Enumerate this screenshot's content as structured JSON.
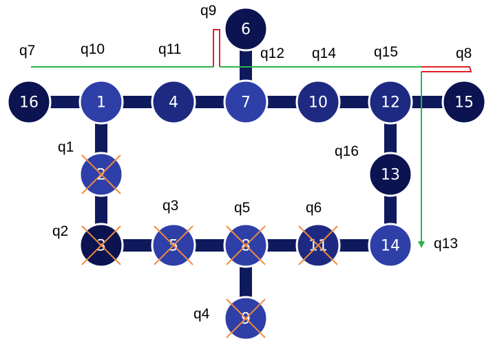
{
  "colors": {
    "edge": "#0f1a5c",
    "node_dark": "#0b1350",
    "node_mid": "#1e2a82",
    "node_light": "#2f3fa8",
    "removed_mark": "#f08a3c",
    "path_green": "#2bb24c",
    "swap_red": "#e0202a"
  },
  "nodes": [
    {
      "id": "16",
      "shade": "dark",
      "removed": false
    },
    {
      "id": "1",
      "shade": "light",
      "removed": false
    },
    {
      "id": "4",
      "shade": "mid",
      "removed": false
    },
    {
      "id": "7",
      "shade": "light",
      "removed": false
    },
    {
      "id": "10",
      "shade": "mid",
      "removed": false
    },
    {
      "id": "12",
      "shade": "mid",
      "removed": false
    },
    {
      "id": "15",
      "shade": "dark",
      "removed": false
    },
    {
      "id": "6",
      "shade": "dark",
      "removed": false
    },
    {
      "id": "2",
      "shade": "light",
      "removed": true
    },
    {
      "id": "3",
      "shade": "dark",
      "removed": true
    },
    {
      "id": "5",
      "shade": "light",
      "removed": true
    },
    {
      "id": "8",
      "shade": "light",
      "removed": true
    },
    {
      "id": "11",
      "shade": "mid",
      "removed": true
    },
    {
      "id": "14",
      "shade": "light",
      "removed": false
    },
    {
      "id": "13",
      "shade": "dark",
      "removed": false
    },
    {
      "id": "9",
      "shade": "light",
      "removed": true
    }
  ],
  "edges": [
    [
      "16",
      "1"
    ],
    [
      "1",
      "4"
    ],
    [
      "4",
      "7"
    ],
    [
      "7",
      "10"
    ],
    [
      "10",
      "12"
    ],
    [
      "12",
      "15"
    ],
    [
      "6",
      "7"
    ],
    [
      "1",
      "2"
    ],
    [
      "2",
      "3"
    ],
    [
      "3",
      "5"
    ],
    [
      "5",
      "8"
    ],
    [
      "8",
      "11"
    ],
    [
      "11",
      "14"
    ],
    [
      "12",
      "13"
    ],
    [
      "13",
      "14"
    ],
    [
      "8",
      "9"
    ]
  ],
  "qubit_labels": [
    "q7",
    "q10",
    "q11",
    "q9",
    "q12",
    "q14",
    "q15",
    "q8",
    "q1",
    "q16",
    "q2",
    "q3",
    "q5",
    "q6",
    "q13",
    "q4"
  ]
}
